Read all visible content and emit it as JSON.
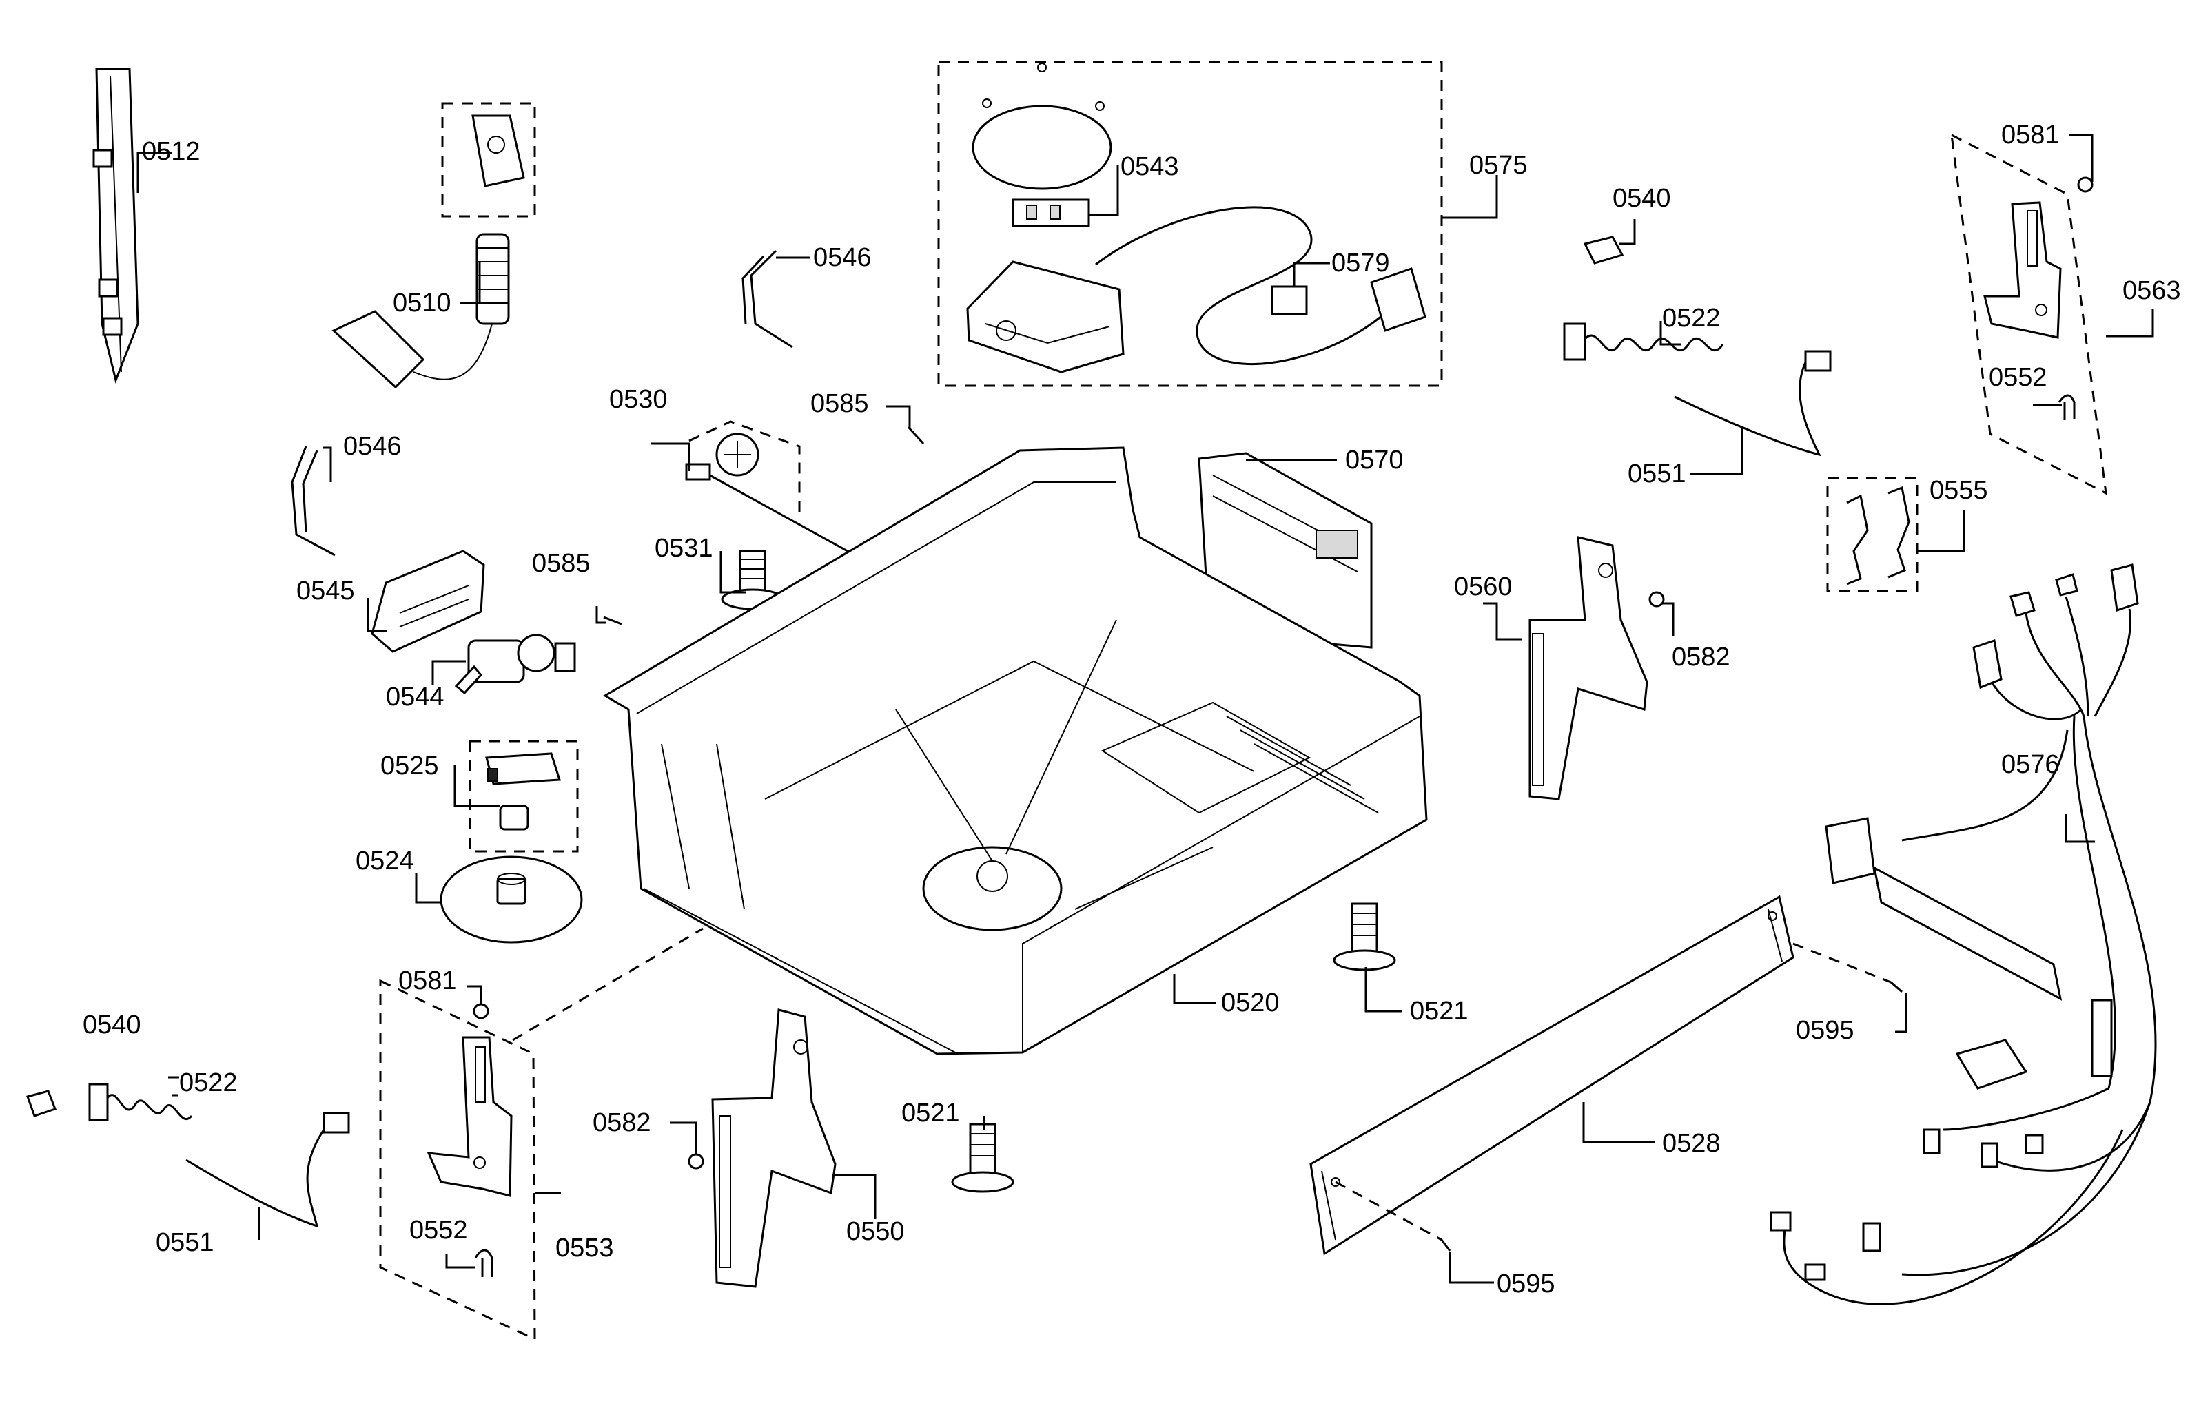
{
  "callouts": {
    "c0512": "0512",
    "c0510": "0510",
    "c0546a": "0546",
    "c0543": "0543",
    "c0575": "0575",
    "c0579": "0579",
    "c0540a": "0540",
    "c0522a": "0522",
    "c0581a": "0581",
    "c0563": "0563",
    "c0552a": "0552",
    "c0546b": "0546",
    "c0530": "0530",
    "c0585a": "0585",
    "c0570": "0570",
    "c0551a": "0551",
    "c0555": "0555",
    "c0531": "0531",
    "c0545": "0545",
    "c0585b": "0585",
    "c0544": "0544",
    "c0560": "0560",
    "c0582a": "0582",
    "c0525": "0525",
    "c0576": "0576",
    "c0524": "0524",
    "c0520": "0520",
    "c0521a": "0521",
    "c0595a": "0595",
    "c0581b": "0581",
    "c0540b": "0540",
    "c0522b": "0522",
    "c0582b": "0582",
    "c0521b": "0521",
    "c0528": "0528",
    "c0551b": "0551",
    "c0552b": "0552",
    "c0553": "0553",
    "c0550": "0550",
    "c0595b": "0595"
  }
}
